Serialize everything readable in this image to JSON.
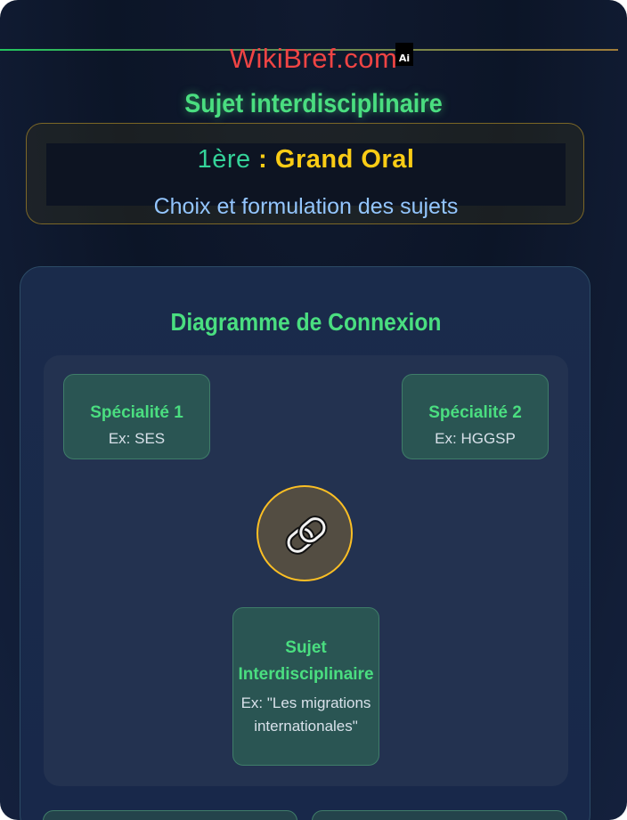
{
  "brand": {
    "name": "WikiBref.com",
    "badge": "Ai"
  },
  "page_title": "Sujet interdisciplinaire",
  "hero": {
    "level": "1ère",
    "separator": " : ",
    "exam": "Grand Oral",
    "subtitle": "Choix et formulation des sujets"
  },
  "diagram": {
    "title": "Diagramme de Connexion",
    "nodes": [
      {
        "title": "Spécialité 1",
        "example": "Ex: SES"
      },
      {
        "title": "Spécialité 2",
        "example": "Ex: HGGSP"
      },
      {
        "title": "Sujet Interdisciplinaire",
        "example": "Ex: \"Les migrations internationales\""
      }
    ],
    "connector_icon": "link-icon"
  },
  "colors": {
    "accent_green": "#4ade80",
    "accent_gold": "#facc15",
    "accent_blue": "#93c5fd",
    "brand_red": "#ef4444"
  }
}
